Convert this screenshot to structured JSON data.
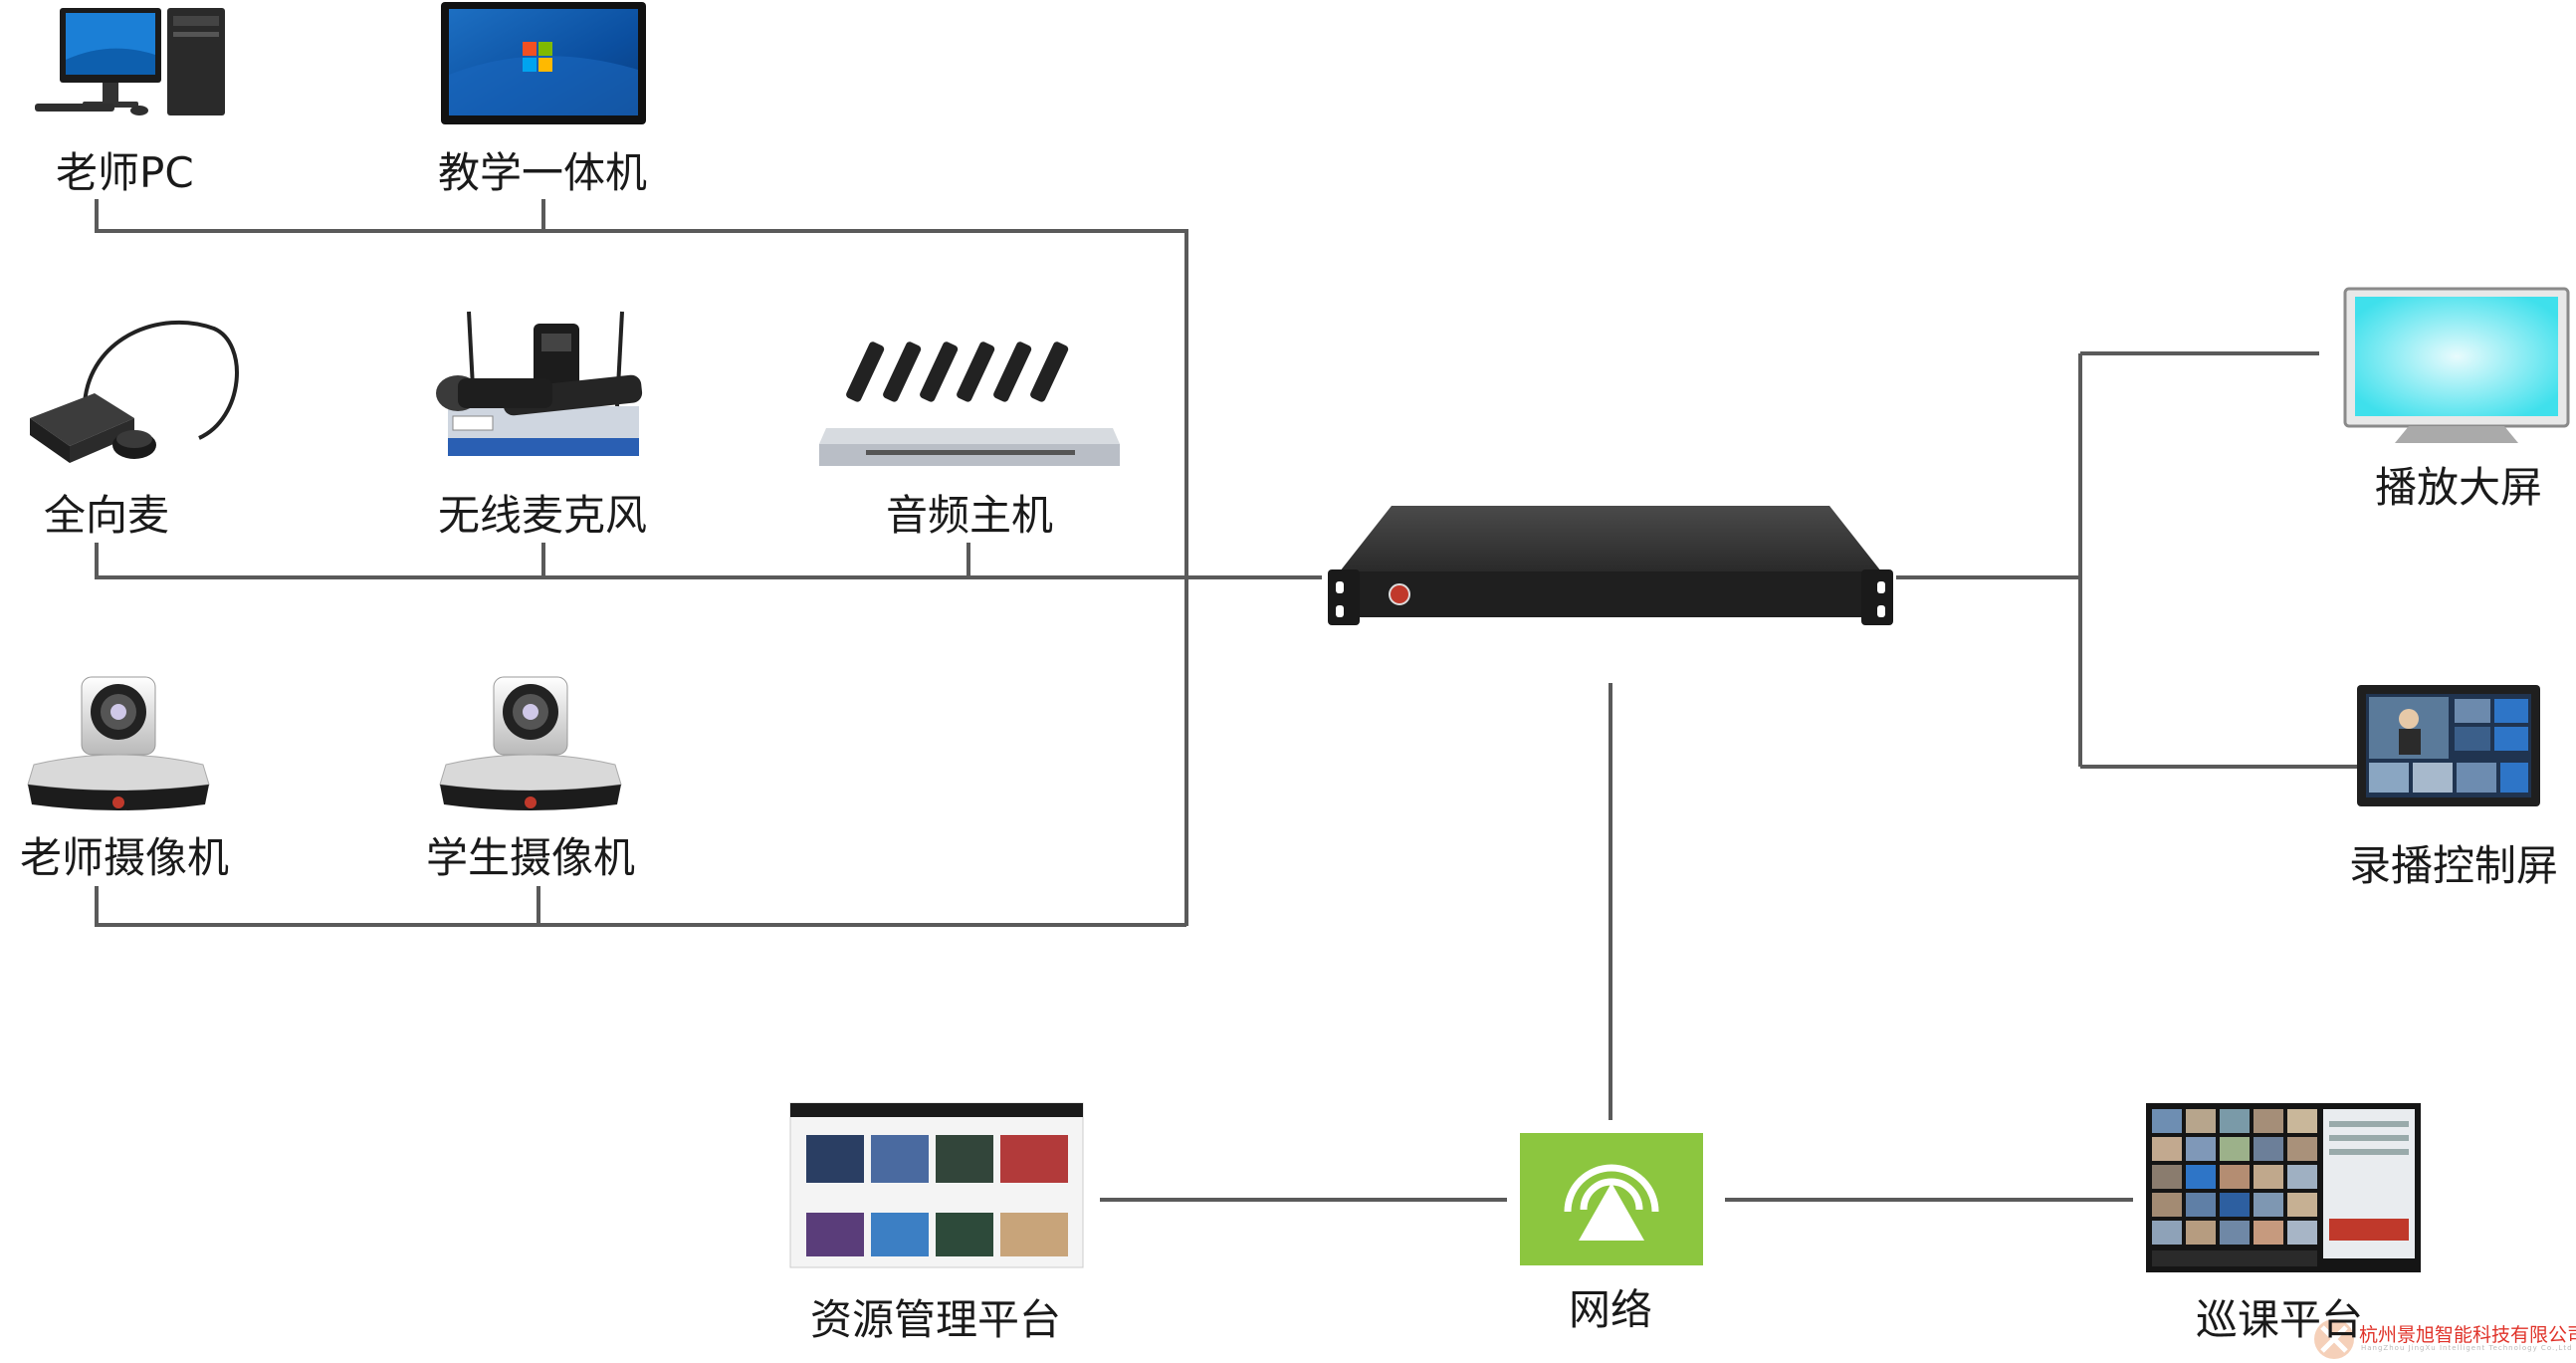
{
  "devices": {
    "teacher_pc": "老师PC",
    "teaching_aio": "教学一体机",
    "omni_mic": "全向麦",
    "wireless_mic": "无线麦克风",
    "audio_host": "音频主机",
    "teacher_camera": "老师摄像机",
    "student_camera": "学生摄像机",
    "display_screen": "播放大屏",
    "control_screen": "录播控制屏",
    "resource_platform": "资源管理平台",
    "network": "网络",
    "patrol_platform": "巡课平台"
  },
  "watermark": {
    "company": "杭州景旭智能科技有限公司",
    "company_en": "HangZhou JingXu Intelligent Technology Co.,Ltd"
  },
  "colors": {
    "line": "#5a5a5a",
    "network_green": "#8cc63f",
    "recorder_body": "#2a2a2a",
    "screen_cyan": "#3fe0ec",
    "watermark_red": "#e0332a"
  }
}
